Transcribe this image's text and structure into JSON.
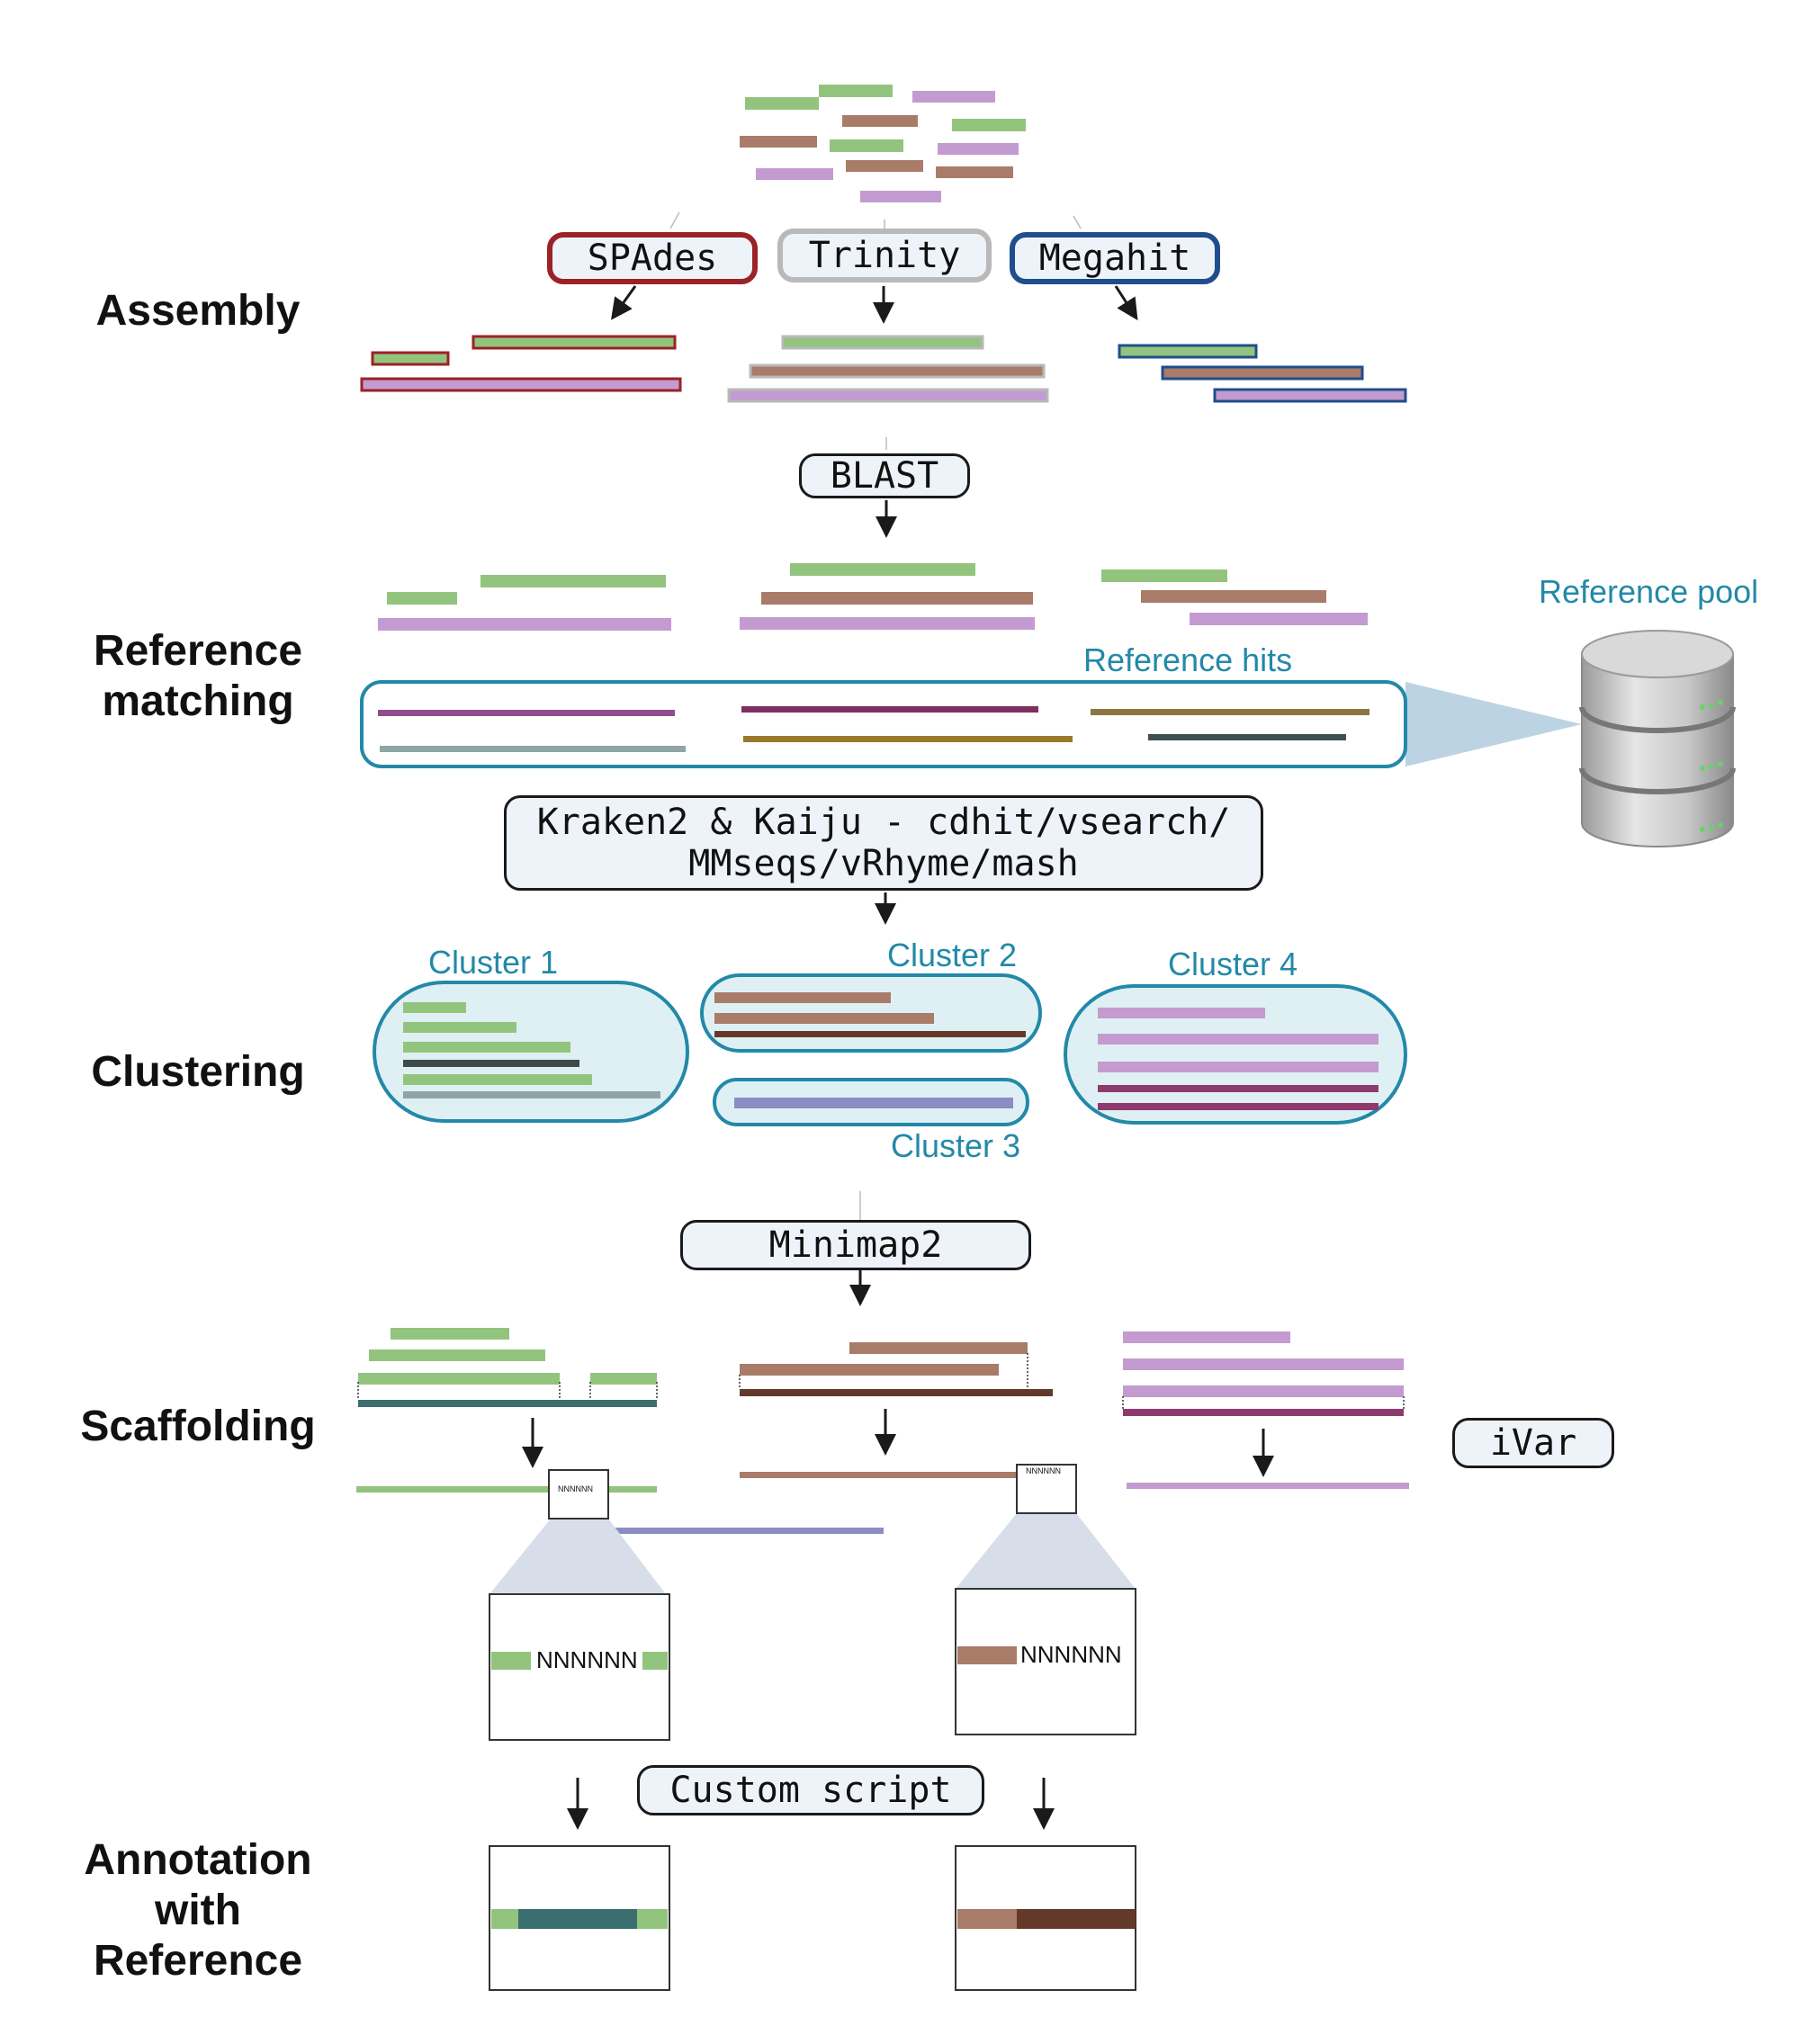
{
  "stages": {
    "assembly": "Assembly",
    "reference_matching": "Reference\nmatching",
    "clustering": "Clustering",
    "scaffolding": "Scaffolding",
    "annotation": "Annotation\nwith\nReference"
  },
  "tools": {
    "spades": "SPAdes",
    "trinity": "Trinity",
    "megahit": "Megahit",
    "blast": "BLAST",
    "clustering_tools": "Kraken2 & Kaiju - cdhit/vsearch/\nMMseqs/vRhyme/mash",
    "minimap2": "Minimap2",
    "ivar": "iVar",
    "custom_script": "Custom script"
  },
  "labels": {
    "reference_pool": "Reference pool",
    "reference_hits": "Reference hits",
    "cluster_1": "Cluster 1",
    "cluster_2": "Cluster 2",
    "cluster_3": "Cluster 3",
    "cluster_4": "Cluster 4",
    "gap_small_1": "NNNNNN",
    "gap_small_2": "NNNNNN",
    "gap_zoom_1": "NNNNNN",
    "gap_zoom_2": "NNNNNN"
  },
  "colors": {
    "green": "#93c47d",
    "brown": "#a87c68",
    "lilac": "#c39bd0",
    "spades_red": "#9b2226",
    "trinity_gray": "#b9b9b9",
    "megahit_blue": "#1f4e8c",
    "teal": "#2389a8",
    "cluster_fill": "#dff0f4",
    "dark_teal": "#3b6e6e",
    "dark_brown": "#633a2a",
    "plum": "#8e3a78",
    "lavender_blue": "#8c8cc4"
  }
}
